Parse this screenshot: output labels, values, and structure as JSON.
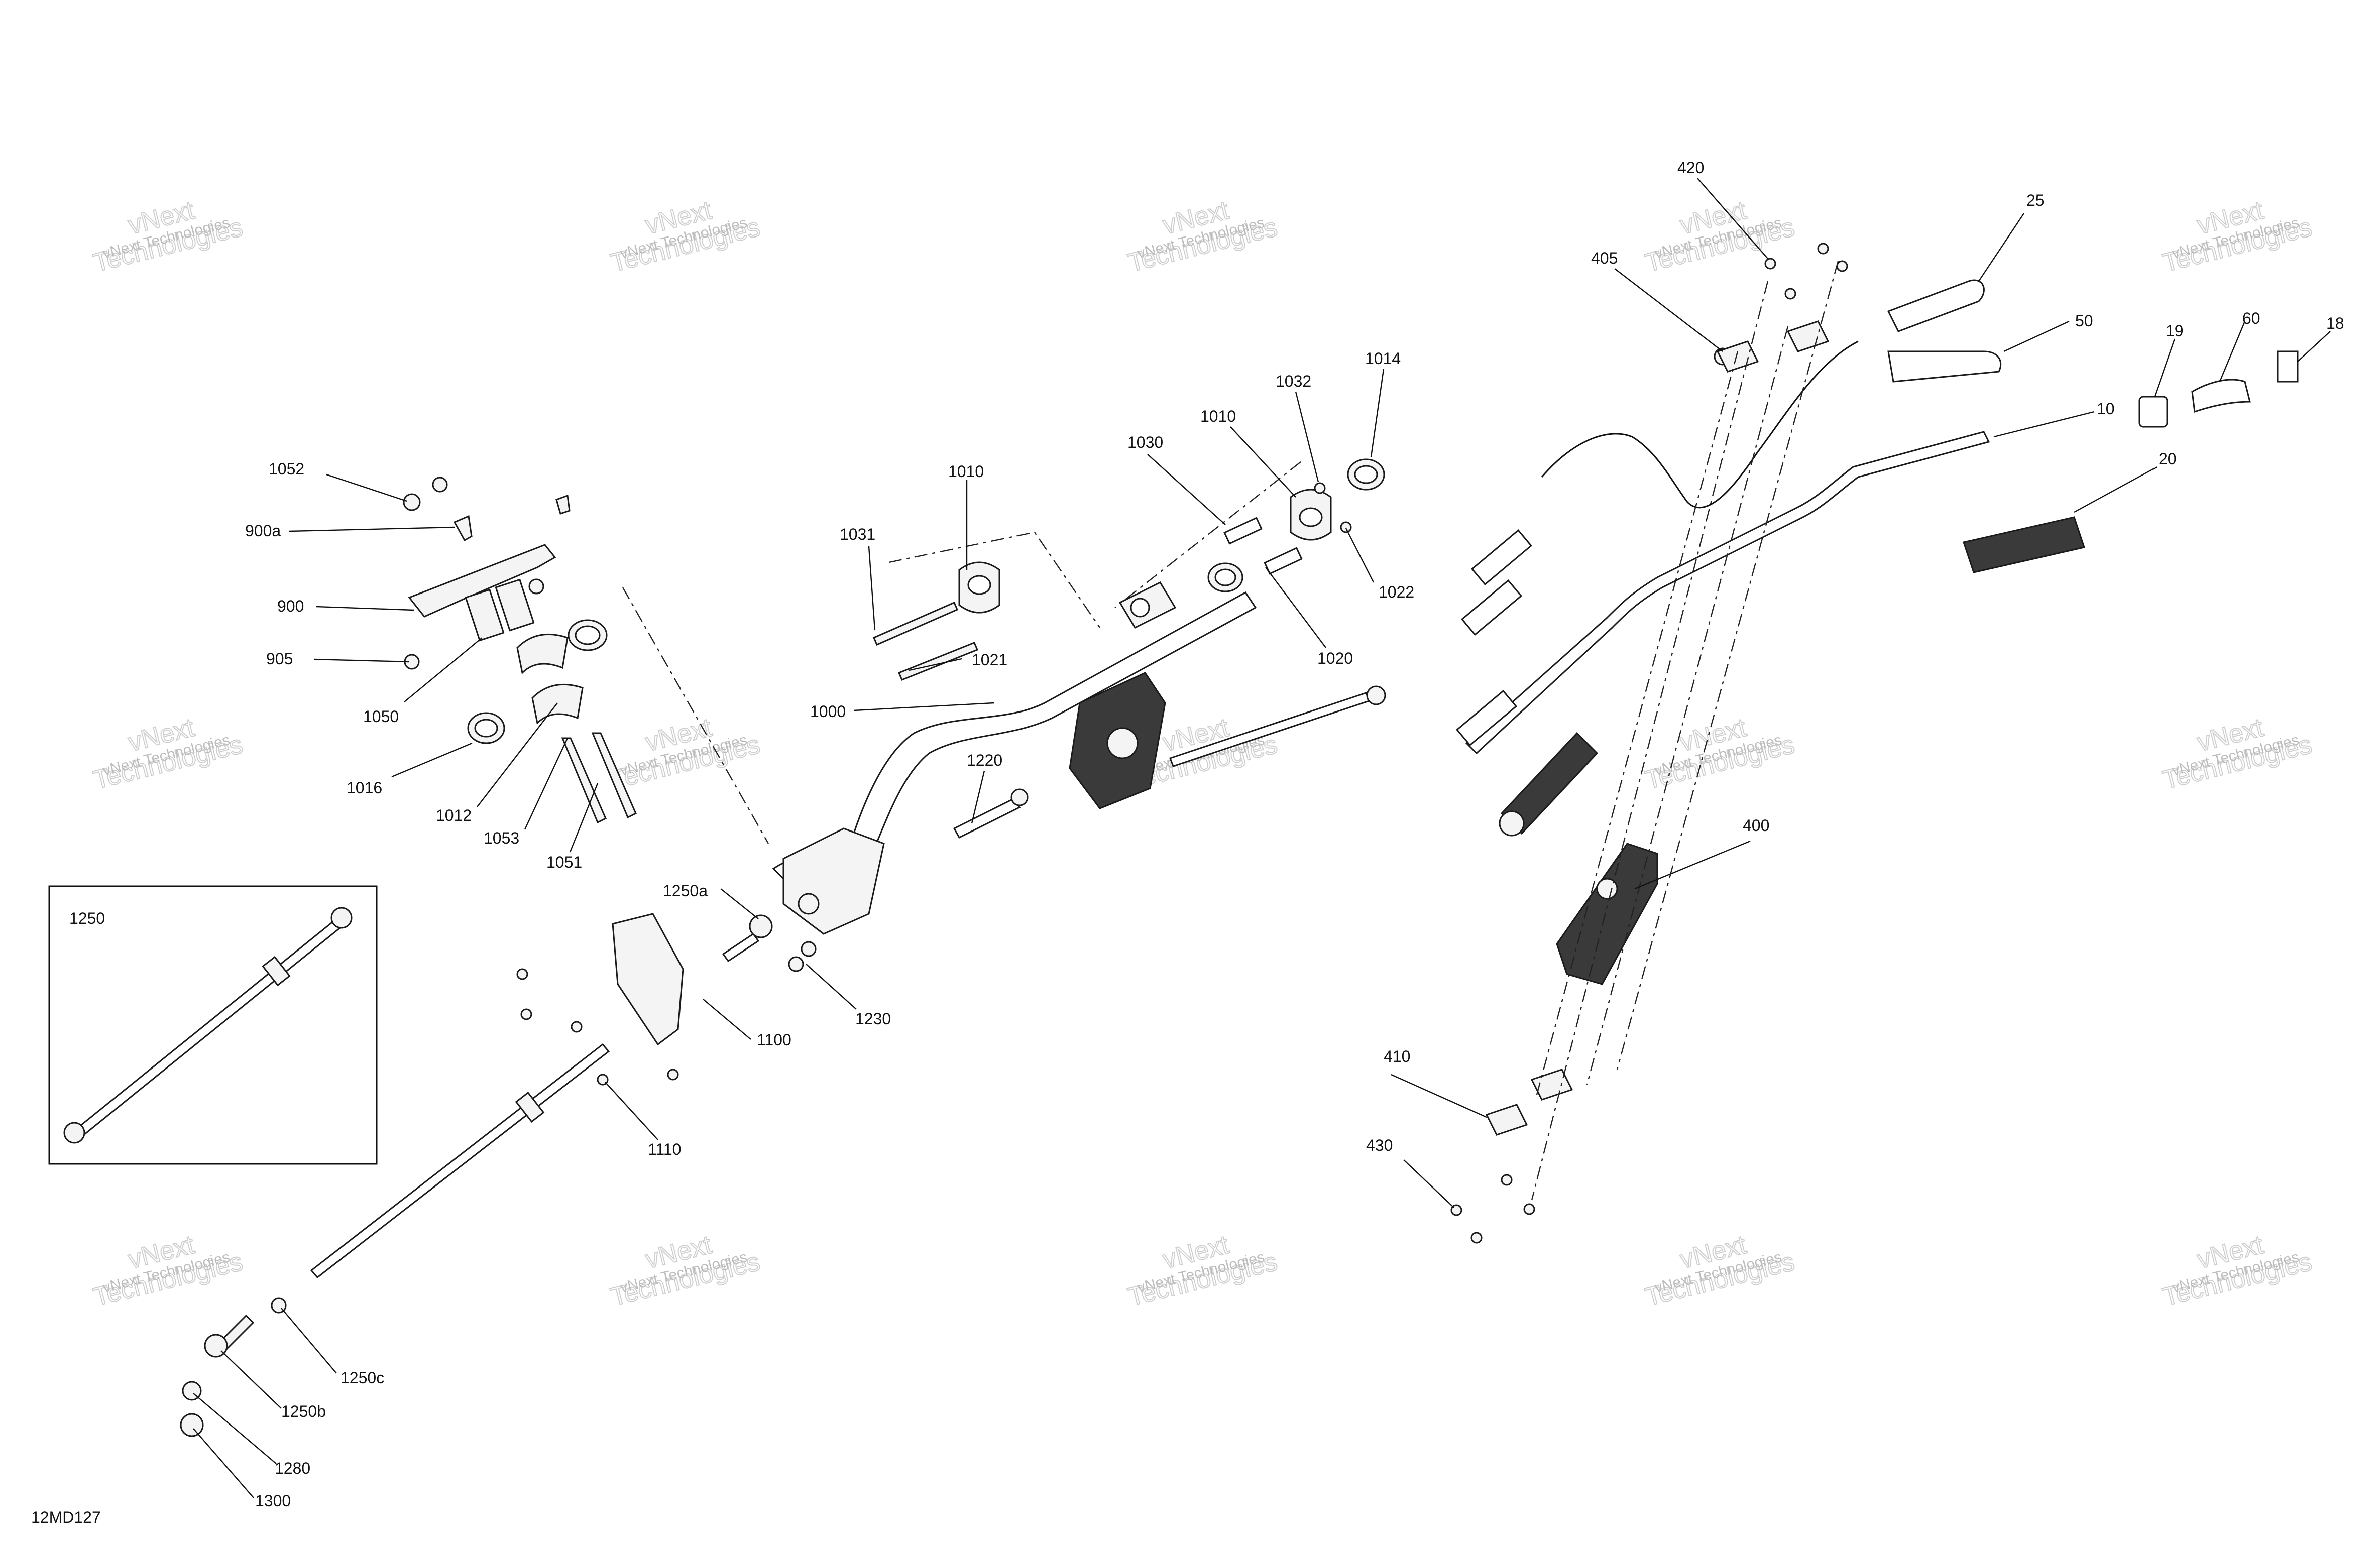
{
  "diagram": {
    "code": "12MD127",
    "watermark": {
      "line1": "vNext Technologies",
      "line2": "vNext\nTechnologies"
    },
    "inset_label": "1250",
    "callouts": [
      {
        "id": "c-1052",
        "text": "1052"
      },
      {
        "id": "c-900a",
        "text": "900a"
      },
      {
        "id": "c-900",
        "text": "900"
      },
      {
        "id": "c-905",
        "text": "905"
      },
      {
        "id": "c-1050",
        "text": "1050"
      },
      {
        "id": "c-1016",
        "text": "1016"
      },
      {
        "id": "c-1012",
        "text": "1012"
      },
      {
        "id": "c-1053",
        "text": "1053"
      },
      {
        "id": "c-1051",
        "text": "1051"
      },
      {
        "id": "c-1031",
        "text": "1031"
      },
      {
        "id": "c-1010a",
        "text": "1010"
      },
      {
        "id": "c-1021",
        "text": "1021"
      },
      {
        "id": "c-1000",
        "text": "1000"
      },
      {
        "id": "c-1030",
        "text": "1030"
      },
      {
        "id": "c-1010b",
        "text": "1010"
      },
      {
        "id": "c-1032",
        "text": "1032"
      },
      {
        "id": "c-1014",
        "text": "1014"
      },
      {
        "id": "c-1022",
        "text": "1022"
      },
      {
        "id": "c-1020",
        "text": "1020"
      },
      {
        "id": "c-1220",
        "text": "1220"
      },
      {
        "id": "c-1250a",
        "text": "1250a"
      },
      {
        "id": "c-1230",
        "text": "1230"
      },
      {
        "id": "c-1100",
        "text": "1100"
      },
      {
        "id": "c-1110",
        "text": "1110"
      },
      {
        "id": "c-1250c",
        "text": "1250c"
      },
      {
        "id": "c-1250b",
        "text": "1250b"
      },
      {
        "id": "c-1280",
        "text": "1280"
      },
      {
        "id": "c-1300",
        "text": "1300"
      },
      {
        "id": "c-420",
        "text": "420"
      },
      {
        "id": "c-405",
        "text": "405"
      },
      {
        "id": "c-25",
        "text": "25"
      },
      {
        "id": "c-50",
        "text": "50"
      },
      {
        "id": "c-19",
        "text": "19"
      },
      {
        "id": "c-60",
        "text": "60"
      },
      {
        "id": "c-18",
        "text": "18"
      },
      {
        "id": "c-10",
        "text": "10"
      },
      {
        "id": "c-20",
        "text": "20"
      },
      {
        "id": "c-400",
        "text": "400"
      },
      {
        "id": "c-410",
        "text": "410"
      },
      {
        "id": "c-430",
        "text": "430"
      }
    ]
  }
}
